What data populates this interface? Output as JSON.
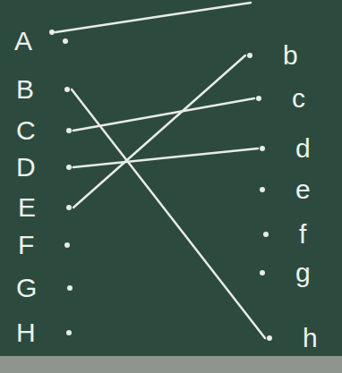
{
  "diagram": {
    "nodes": [
      {
        "text": [
          "A"
        ]
      },
      {
        "text": [
          "B"
        ]
      },
      {
        "text": [
          "C"
        ]
      },
      {
        "text": [
          "D"
        ]
      },
      {
        "text": [
          "E"
        ]
      },
      {
        "text": [
          "F"
        ]
      },
      {
        "text": [
          "G"
        ]
      },
      {
        "text": [
          "H"
        ]
      },
      {
        "text": [
          "b"
        ]
      },
      {
        "text": [
          "c"
        ]
      },
      {
        "text": [
          "d"
        ]
      },
      {
        "text": [
          "e"
        ]
      },
      {
        "text": [
          "f"
        ]
      },
      {
        "text": [
          "g"
        ]
      },
      {
        "text": [
          "h"
        ]
      }
    ],
    "edges": [
      {
        "from": 1,
        "to": 14,
        "arrow": "none"
      },
      {
        "from": 2,
        "to": 9,
        "arrow": "none"
      },
      {
        "from": 3,
        "to": 10,
        "arrow": "none"
      },
      {
        "from": 4,
        "to": 8,
        "arrow": "none"
      }
    ]
  }
}
